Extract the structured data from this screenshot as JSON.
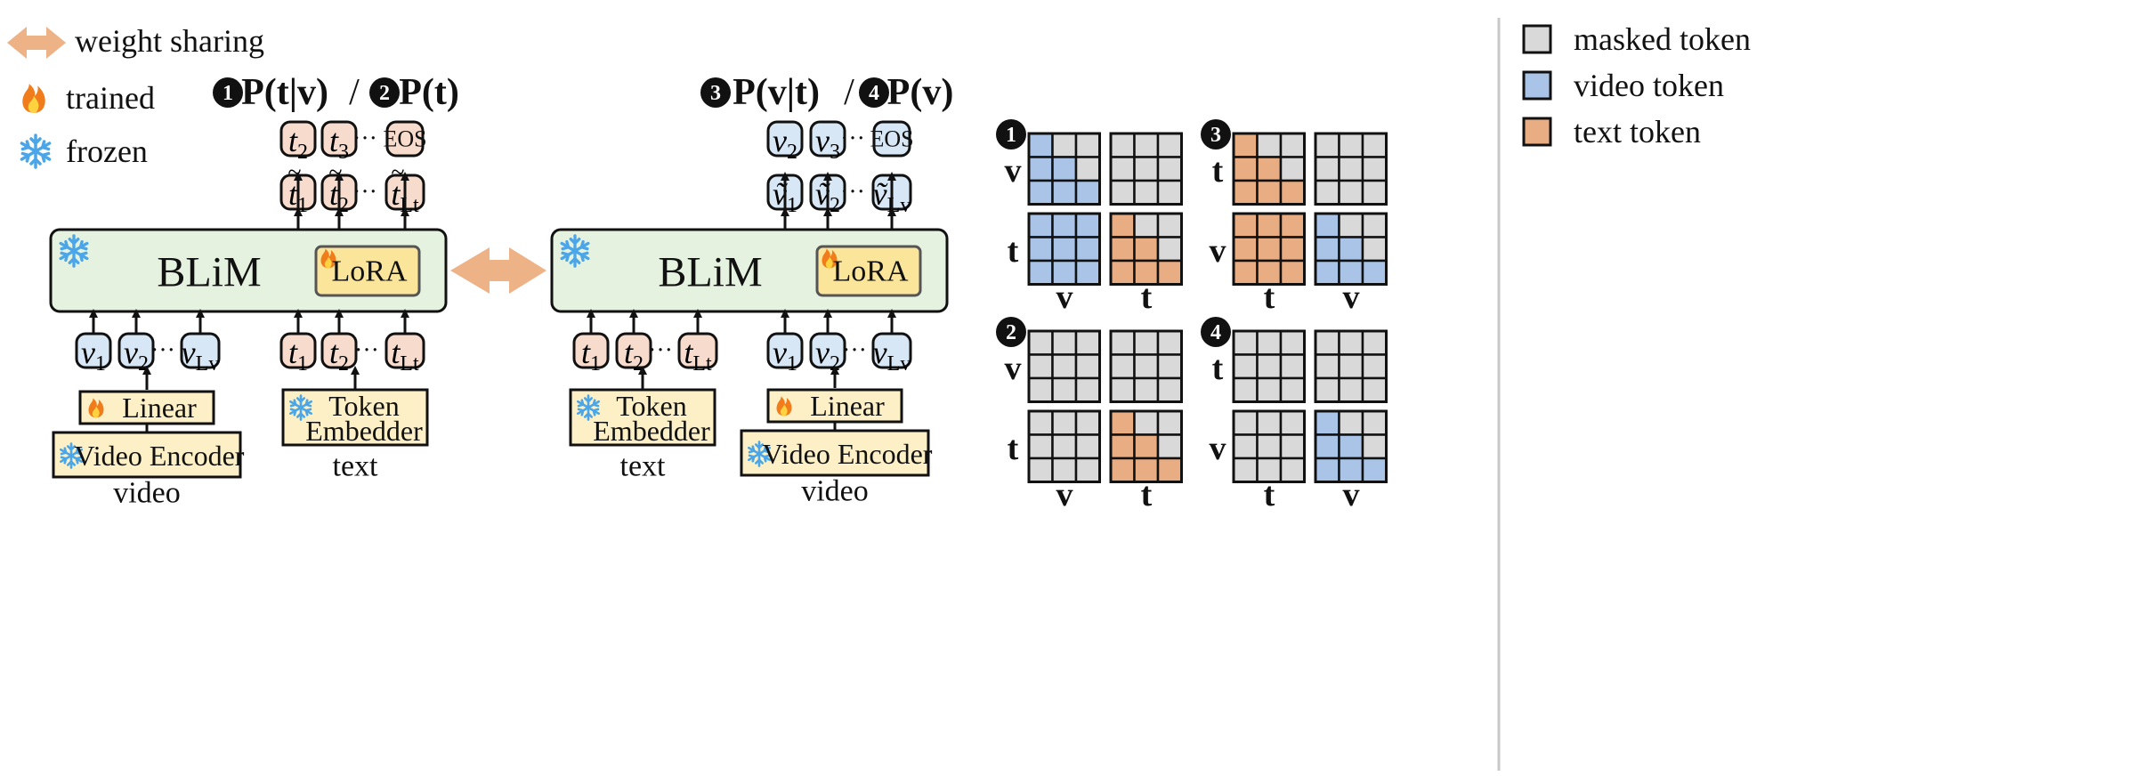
{
  "legend_left": {
    "weight_sharing": "weight sharing",
    "trained": "trained",
    "frozen": "frozen"
  },
  "legend_right": {
    "masked": "masked token",
    "video": "video token",
    "text": "text token"
  },
  "colors": {
    "masked": "#d9d9d9",
    "video": "#a9c4e6",
    "text": "#e9ad84",
    "blim_fill": "#e5f2df",
    "lora_fill": "#fbe59a",
    "encoder_fill": "#fdf0c6",
    "text_token_fill": "#f7dccd",
    "video_token_fill": "#d8e7f5",
    "arrow_peach": "#eeb287",
    "snow": "#4aa6e8",
    "flame": "#f07c1c"
  },
  "left_panel": {
    "objective": {
      "n1": "1",
      "n1_label": "P(t|v)",
      "sep": "/",
      "n2": "2",
      "n2_label": "P(t)"
    },
    "blim": "BLiM",
    "lora": "LoRA",
    "outputs": [
      "t2",
      "t3",
      "EOS"
    ],
    "hidden": [
      "t̃1",
      "t̃2",
      "t̃Lt"
    ],
    "video_tokens": [
      "v1",
      "v2",
      "vLv"
    ],
    "text_tokens": [
      "t1",
      "t2",
      "tLt"
    ],
    "linear": "Linear",
    "video_encoder": "Video Encoder",
    "token_embedder_1": "Token",
    "token_embedder_2": "Embedder",
    "video_caption": "video",
    "text_caption": "text",
    "ellipsis": "···"
  },
  "right_panel": {
    "objective": {
      "n3": "3",
      "n3_label": "P(v|t)",
      "sep": "/",
      "n4": "4",
      "n4_label": "P(v)"
    },
    "blim": "BLiM",
    "lora": "LoRA",
    "outputs": [
      "v2",
      "v3",
      "EOS"
    ],
    "hidden": [
      "ṽ1",
      "ṽ2",
      "ṽLv"
    ],
    "text_tokens": [
      "t1",
      "t2",
      "tLt"
    ],
    "video_tokens": [
      "v1",
      "v2",
      "vLv"
    ],
    "linear": "Linear",
    "video_encoder": "Video Encoder",
    "token_embedder_1": "Token",
    "token_embedder_2": "Embedder",
    "video_caption": "video",
    "text_caption": "text",
    "ellipsis": "···"
  },
  "mask_panels": [
    {
      "badge": "1",
      "row_labels": [
        "v",
        "t"
      ],
      "col_labels": [
        "v",
        "t"
      ],
      "grids": [
        [
          [
            "v",
            "m",
            "m"
          ],
          [
            "v",
            "v",
            "m"
          ],
          [
            "v",
            "v",
            "v"
          ]
        ],
        [
          [
            "m",
            "m",
            "m"
          ],
          [
            "m",
            "m",
            "m"
          ],
          [
            "m",
            "m",
            "m"
          ]
        ],
        [
          [
            "v",
            "v",
            "v"
          ],
          [
            "v",
            "v",
            "v"
          ],
          [
            "v",
            "v",
            "v"
          ]
        ],
        [
          [
            "t",
            "m",
            "m"
          ],
          [
            "t",
            "t",
            "m"
          ],
          [
            "t",
            "t",
            "t"
          ]
        ]
      ]
    },
    {
      "badge": "3",
      "row_labels": [
        "t",
        "v"
      ],
      "col_labels": [
        "t",
        "v"
      ],
      "grids": [
        [
          [
            "t",
            "m",
            "m"
          ],
          [
            "t",
            "t",
            "m"
          ],
          [
            "t",
            "t",
            "t"
          ]
        ],
        [
          [
            "m",
            "m",
            "m"
          ],
          [
            "m",
            "m",
            "m"
          ],
          [
            "m",
            "m",
            "m"
          ]
        ],
        [
          [
            "t",
            "t",
            "t"
          ],
          [
            "t",
            "t",
            "t"
          ],
          [
            "t",
            "t",
            "t"
          ]
        ],
        [
          [
            "v",
            "m",
            "m"
          ],
          [
            "v",
            "v",
            "m"
          ],
          [
            "v",
            "v",
            "v"
          ]
        ]
      ]
    },
    {
      "badge": "2",
      "row_labels": [
        "v",
        "t"
      ],
      "col_labels": [
        "v",
        "t"
      ],
      "grids": [
        [
          [
            "m",
            "m",
            "m"
          ],
          [
            "m",
            "m",
            "m"
          ],
          [
            "m",
            "m",
            "m"
          ]
        ],
        [
          [
            "m",
            "m",
            "m"
          ],
          [
            "m",
            "m",
            "m"
          ],
          [
            "m",
            "m",
            "m"
          ]
        ],
        [
          [
            "m",
            "m",
            "m"
          ],
          [
            "m",
            "m",
            "m"
          ],
          [
            "m",
            "m",
            "m"
          ]
        ],
        [
          [
            "t",
            "m",
            "m"
          ],
          [
            "t",
            "t",
            "m"
          ],
          [
            "t",
            "t",
            "t"
          ]
        ]
      ]
    },
    {
      "badge": "4",
      "row_labels": [
        "t",
        "v"
      ],
      "col_labels": [
        "t",
        "v"
      ],
      "grids": [
        [
          [
            "m",
            "m",
            "m"
          ],
          [
            "m",
            "m",
            "m"
          ],
          [
            "m",
            "m",
            "m"
          ]
        ],
        [
          [
            "m",
            "m",
            "m"
          ],
          [
            "m",
            "m",
            "m"
          ],
          [
            "m",
            "m",
            "m"
          ]
        ],
        [
          [
            "m",
            "m",
            "m"
          ],
          [
            "m",
            "m",
            "m"
          ],
          [
            "m",
            "m",
            "m"
          ]
        ],
        [
          [
            "v",
            "m",
            "m"
          ],
          [
            "v",
            "v",
            "m"
          ],
          [
            "v",
            "v",
            "v"
          ]
        ]
      ]
    }
  ]
}
